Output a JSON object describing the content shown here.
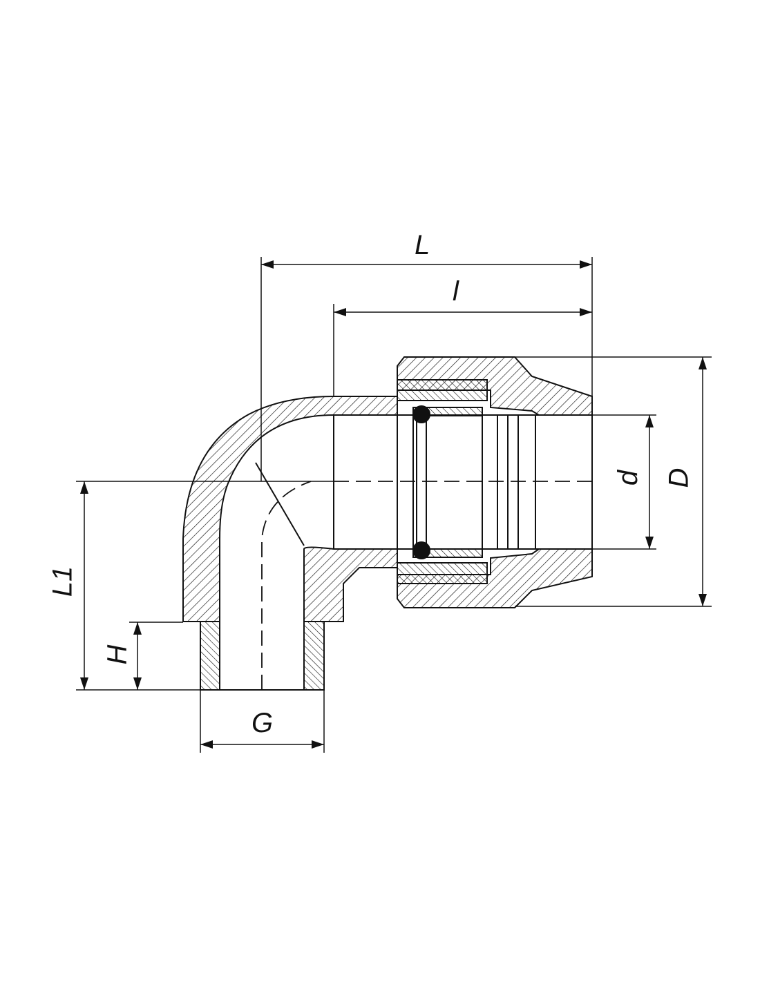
{
  "dimensions": {
    "L": "L",
    "l": "l",
    "D": "D",
    "d": "d",
    "L1": "L1",
    "H": "H",
    "G": "G"
  },
  "colors": {
    "line": "#111111",
    "background": "#ffffff"
  }
}
